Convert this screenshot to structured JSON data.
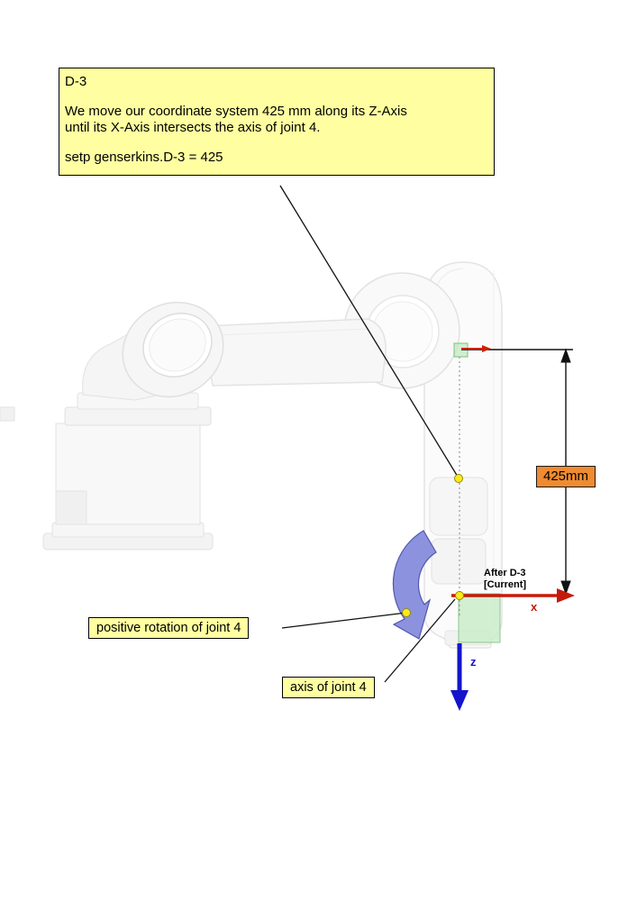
{
  "callout": {
    "title": "D-3",
    "body_line1": "We move our coordinate system  425 mm along its Z-Axis",
    "body_line2": "until its X-Axis intersects the axis of joint 4.",
    "command": "setp genserkins.D-3 = 425"
  },
  "dimension": {
    "label": "425mm"
  },
  "labels": {
    "rotation": "positive rotation of joint 4",
    "axis": "axis of joint 4",
    "frame_line1": "After D-3",
    "frame_line2": "[Current]"
  },
  "axes": {
    "x": "x",
    "z": "z"
  },
  "colors": {
    "callout_bg": "#ffffa1",
    "dimension_bg": "#ef8b30",
    "x_axis": "#c61a09",
    "z_axis": "#1414cc",
    "rotation_arrow": "#868cdb",
    "marker_dot": "#ffe81a",
    "frame_marker_green": "#c8ecc8"
  }
}
